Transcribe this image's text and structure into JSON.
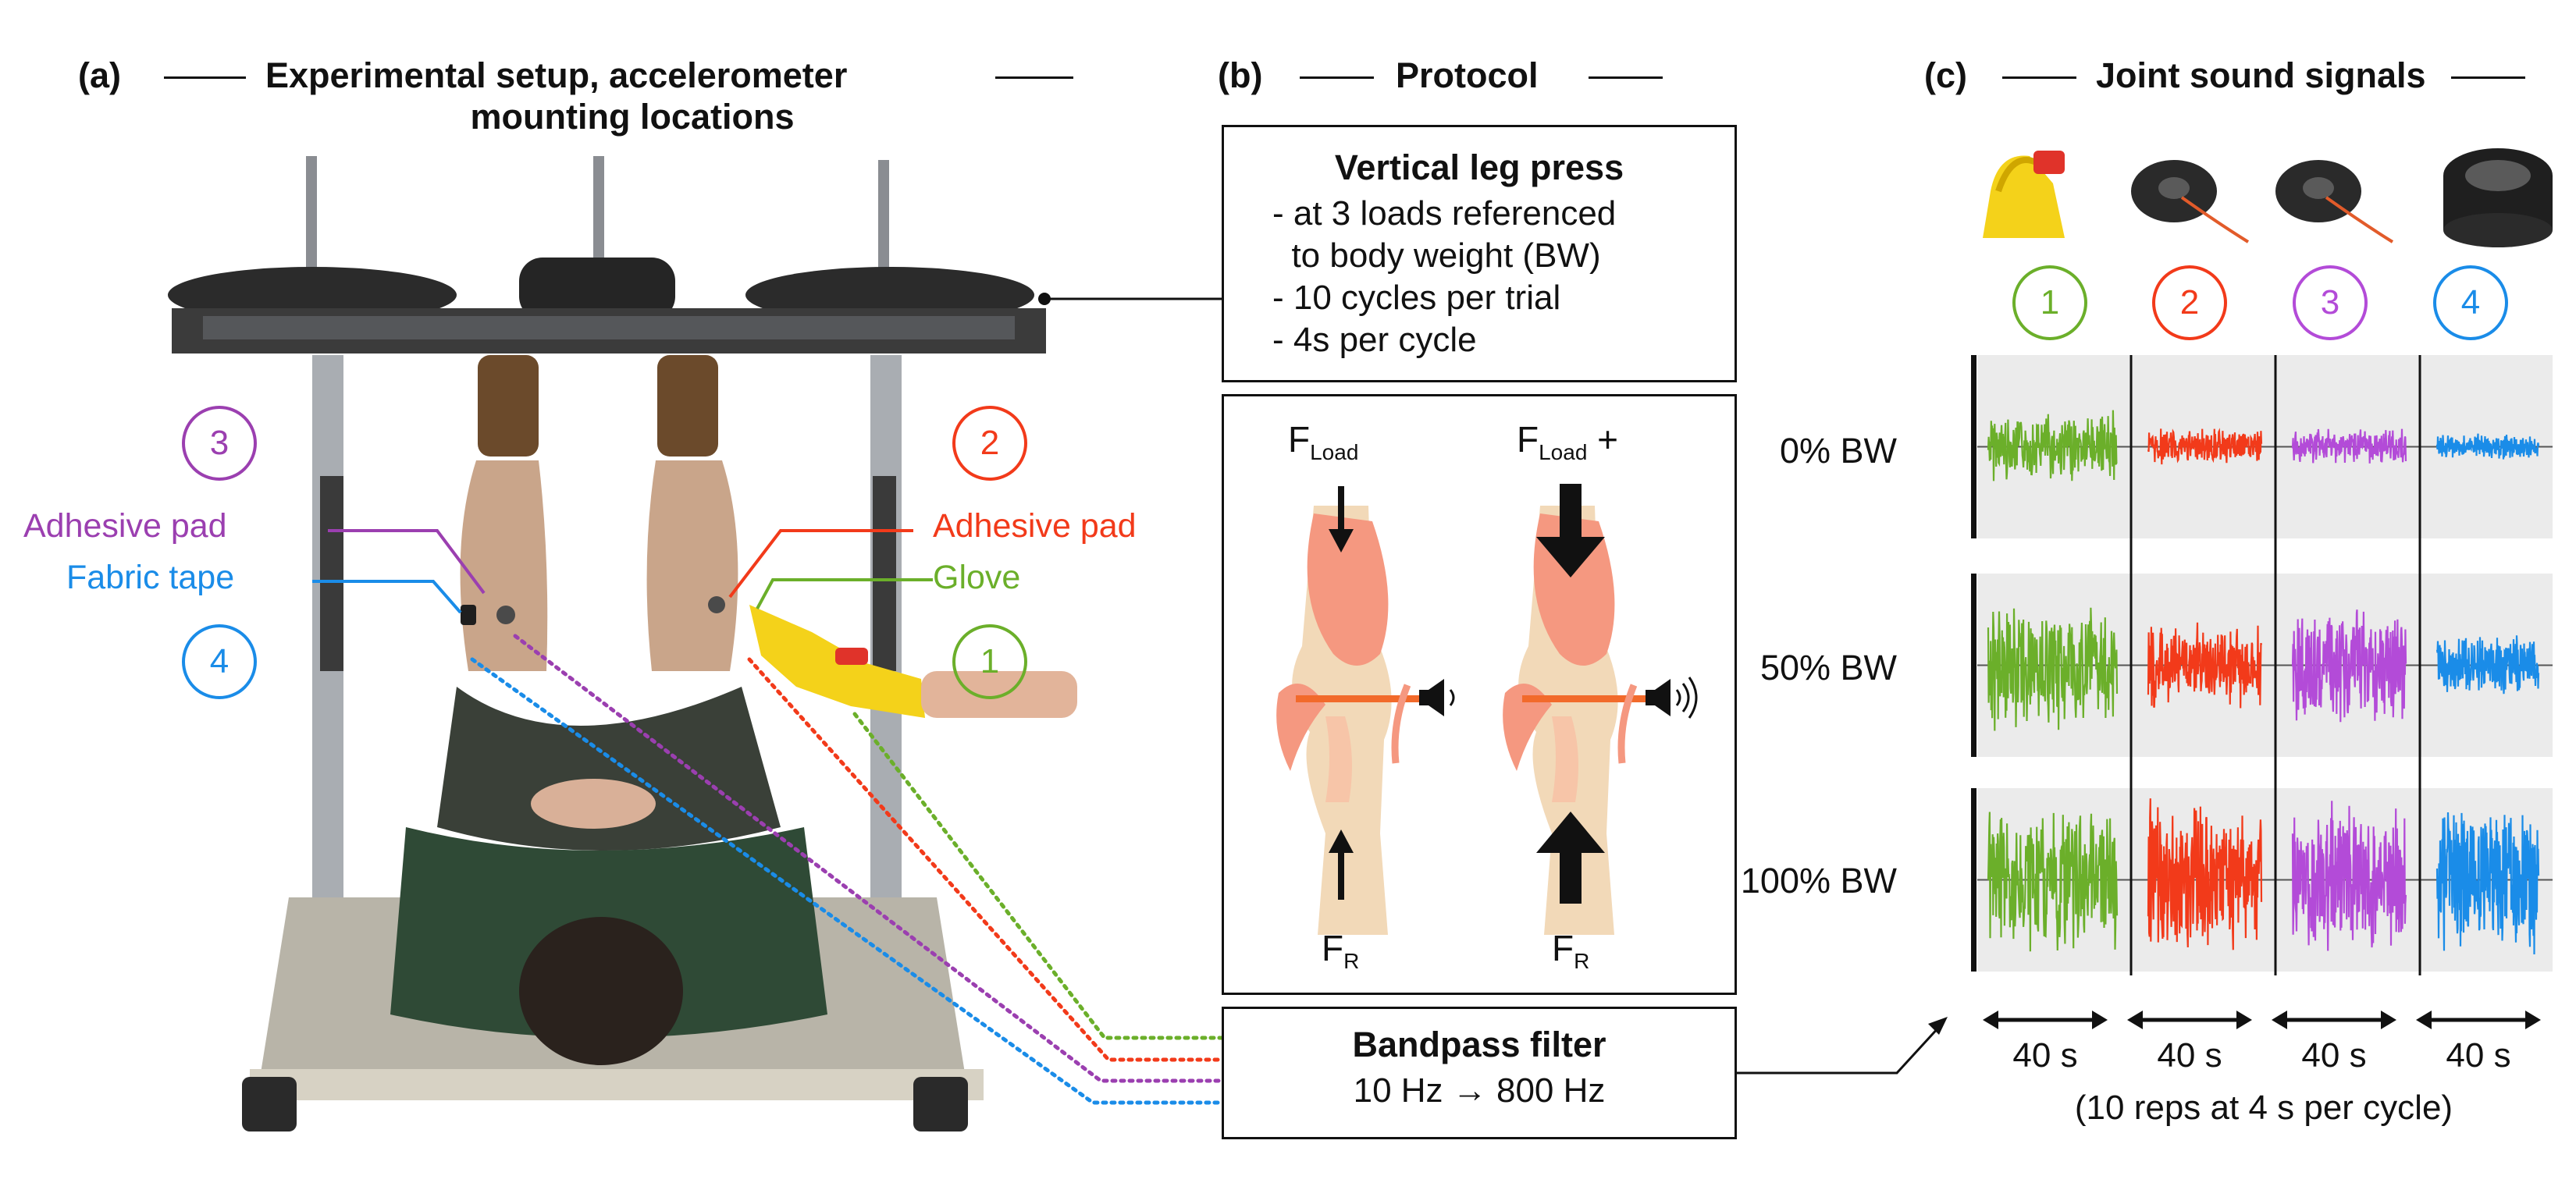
{
  "panels": {
    "a": {
      "tag": "(a)",
      "title_line1": "Experimental setup, accelerometer",
      "title_line2": "mounting locations"
    },
    "b": {
      "tag": "(b)",
      "title": "Protocol"
    },
    "c": {
      "tag": "(c)",
      "title": "Joint sound signals"
    }
  },
  "setup_labels": {
    "sensor3_num": "3",
    "sensor4_num": "4",
    "sensor2_num": "2",
    "sensor1_num": "1",
    "adhesive_pad_left": "Adhesive pad",
    "fabric_tape": "Fabric tape",
    "adhesive_pad_right": "Adhesive pad",
    "glove": "Glove"
  },
  "protocol": {
    "title": "Vertical leg press",
    "lines": [
      "- at 3 loads referenced",
      "  to body weight (BW)",
      "- 10 cycles per trial",
      "- 4s per cycle"
    ],
    "left_force_top": "F",
    "left_force_top_sub": "Load",
    "right_force_top": "F",
    "right_force_top_sub": "Load",
    "right_force_top_suffix": " +",
    "left_force_bottom": "F",
    "left_force_bottom_sub": "R",
    "right_force_bottom": "F",
    "right_force_bottom_sub": "R"
  },
  "filter": {
    "title": "Bandpass filter",
    "range": "10 Hz → 800 Hz"
  },
  "signals": {
    "columns": [
      {
        "num": "1",
        "sensor": "glove-icon",
        "color": "#6BAF2A"
      },
      {
        "num": "2",
        "sensor": "adhesive-pad-icon",
        "color": "#F23A1A"
      },
      {
        "num": "3",
        "sensor": "adhesive-pad-icon",
        "color": "#B34BD8"
      },
      {
        "num": "4",
        "sensor": "fabric-tape-icon",
        "color": "#1A8CE8"
      }
    ],
    "rows": [
      {
        "label": "0% BW",
        "amplitude": [
          0.45,
          0.22,
          0.22,
          0.16
        ]
      },
      {
        "label": "50% BW",
        "amplitude": [
          0.85,
          0.55,
          0.75,
          0.4
        ]
      },
      {
        "label": "100% BW",
        "amplitude": [
          0.95,
          1.0,
          0.95,
          0.95
        ]
      }
    ],
    "durations": [
      "40 s",
      "40 s",
      "40 s",
      "40 s"
    ],
    "caption": "(10 reps at 4 s per cycle)"
  },
  "colors": {
    "green": "#6BAF2A",
    "red": "#F23A1A",
    "purple": "#9B3FB0",
    "blue": "#1A8CE8",
    "panel_bg": "#EBEBEB"
  }
}
